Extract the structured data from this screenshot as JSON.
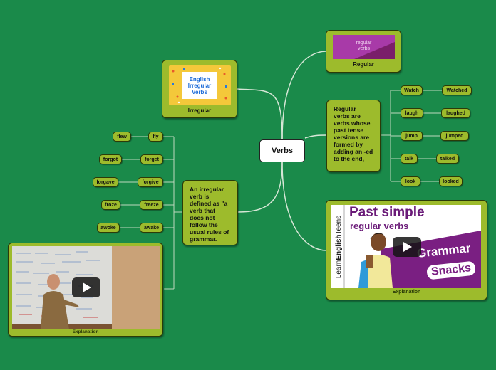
{
  "root": {
    "label": "Verbs"
  },
  "irregular": {
    "label": "Irregular",
    "image_text": [
      "English",
      "Irregular",
      "Verbs"
    ],
    "definition": "An irregular verb is defined as \"a verb that does not follow the usual rules of grammar.",
    "pairs": [
      {
        "base": "fly",
        "past": "flew"
      },
      {
        "base": "forget",
        "past": "forgot"
      },
      {
        "base": "forgive",
        "past": "forgave"
      },
      {
        "base": "freeze",
        "past": "froze"
      },
      {
        "base": "awake",
        "past": "awoke"
      }
    ],
    "video_caption": "Explanation"
  },
  "regular": {
    "label": "Regular",
    "image_text": [
      "regular",
      "verbs"
    ],
    "definition": "Regular verbs are verbs whose past tense versions are formed by adding an -ed to the end,",
    "pairs": [
      {
        "base": "Watch",
        "past": "Watched"
      },
      {
        "base": "laugh",
        "past": "laughed"
      },
      {
        "base": "jump",
        "past": "jumped"
      },
      {
        "base": "talk",
        "past": "talked"
      },
      {
        "base": "look",
        "past": "looked"
      }
    ],
    "video": {
      "brand_1": "Learn",
      "brand_2": "English",
      "brand_3": "Teens",
      "title": "Past simple",
      "subtitle": "regular verbs",
      "tag_1": "Grammar",
      "tag_2": "Snacks",
      "caption": "Explanation"
    }
  },
  "colors": {
    "background": "#1a8a4a",
    "node": "#9dbb2c",
    "connector": "#d8e8d8",
    "video_purple": "#7a1f82"
  }
}
